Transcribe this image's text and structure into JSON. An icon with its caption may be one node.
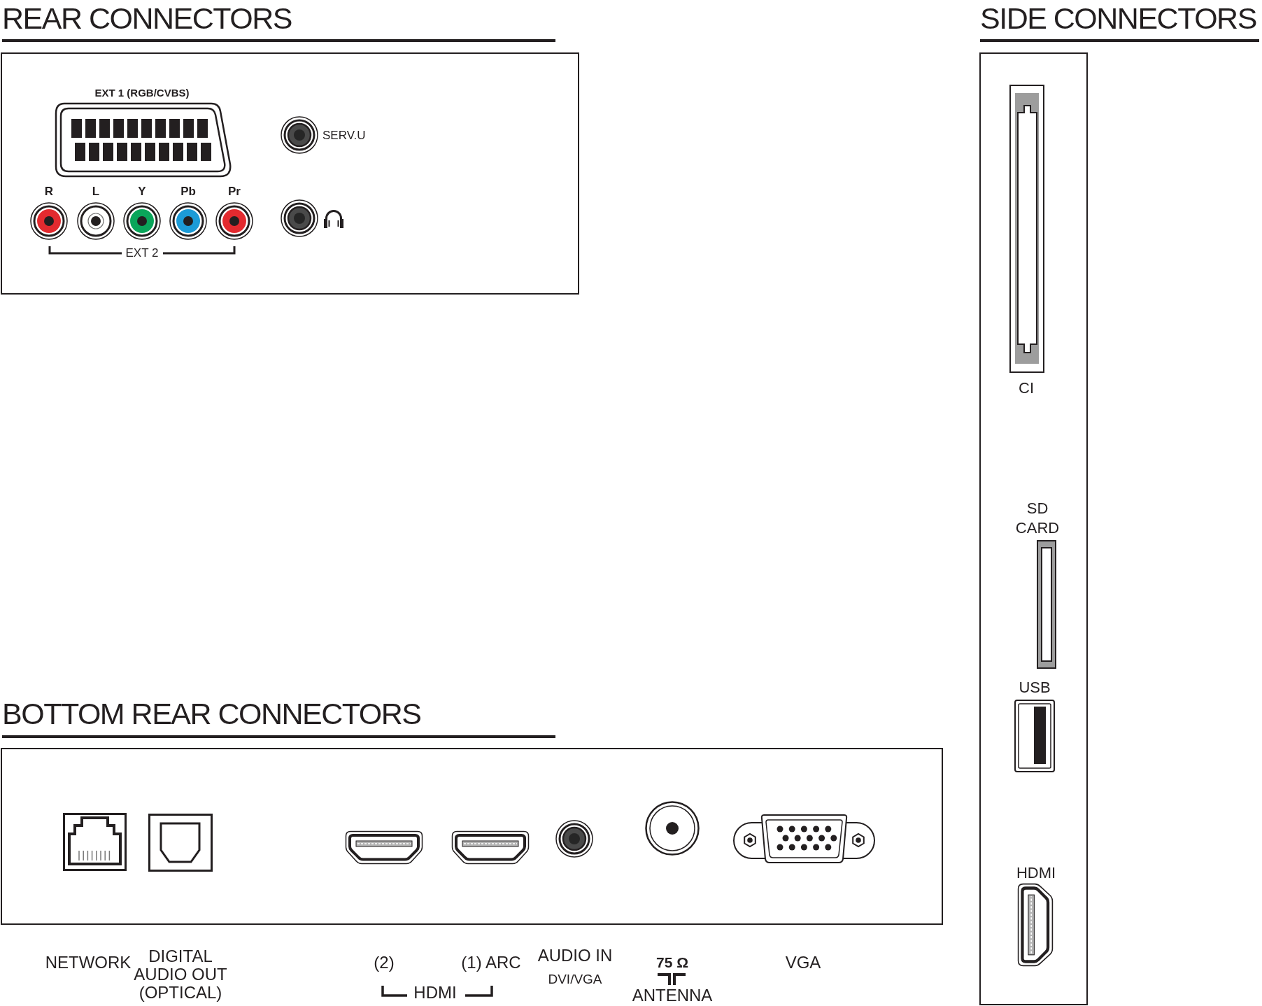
{
  "diagram": {
    "nodes": [
      {
        "text": [
          "REAR CONNECTORS"
        ]
      },
      {
        "text": [
          "SIDE CONNECTORS"
        ]
      },
      {
        "text": [
          "BOTTOM REAR CONNECTORS"
        ]
      }
    ],
    "labels": [
      "EXT 1 (RGB/CVBS)",
      "SERV.U",
      "R",
      "L",
      "Y",
      "Pb",
      "Pr",
      "EXT 2",
      "CI",
      "SD CARD",
      "USB",
      "HDMI",
      "NETWORK",
      "DIGITAL AUDIO OUT (OPTICAL)",
      "(2)",
      "(1) ARC",
      "HDMI",
      "AUDIO IN",
      "DVI/VGA",
      "75 Ω",
      "ANTENNA",
      "VGA"
    ]
  }
}
